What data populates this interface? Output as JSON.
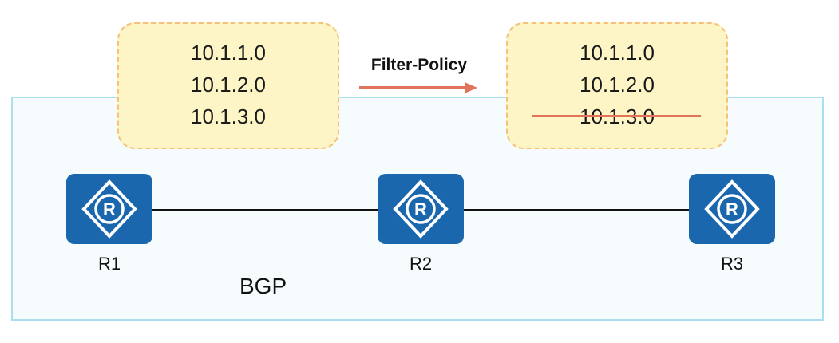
{
  "diagram": {
    "protocol_label": "BGP",
    "policy_label": "Filter-Policy",
    "colors": {
      "router_fill": "#1a67ae",
      "route_box_fill": "#fdf5c6",
      "route_box_border": "#f5c07a",
      "bgp_area_fill": "#f6fbfe",
      "bgp_area_border": "#a9dff0",
      "arrow_and_strike": "#e0735a"
    },
    "source_routes": [
      "10.1.1.0",
      "10.1.2.0",
      "10.1.3.0"
    ],
    "filtered_routes": [
      "10.1.1.0",
      "10.1.2.0",
      "10.1.3.0"
    ],
    "filtered_out_route": "10.1.3.0",
    "routers": [
      {
        "name": "R1",
        "icon": "router-icon"
      },
      {
        "name": "R2",
        "icon": "router-icon"
      },
      {
        "name": "R3",
        "icon": "router-icon"
      }
    ]
  }
}
